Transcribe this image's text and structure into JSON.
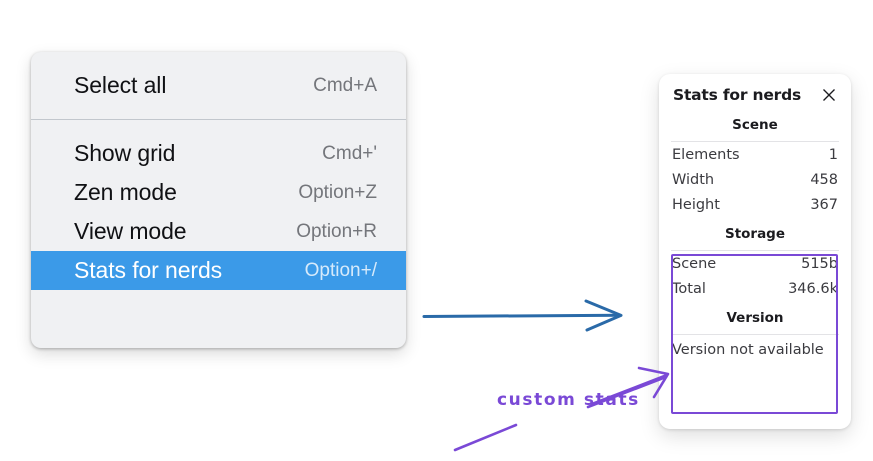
{
  "context_menu": {
    "groups": [
      {
        "items": [
          {
            "label": "Select all",
            "shortcut": "Cmd+A",
            "selected": false
          }
        ]
      },
      {
        "items": [
          {
            "label": "Show grid",
            "shortcut": "Cmd+'",
            "selected": false
          },
          {
            "label": "Zen mode",
            "shortcut": "Option+Z",
            "selected": false
          },
          {
            "label": "View mode",
            "shortcut": "Option+R",
            "selected": false
          },
          {
            "label": "Stats for nerds",
            "shortcut": "Option+/",
            "selected": true
          }
        ]
      }
    ],
    "highlight_color": "#3b9ae8",
    "background_color": "#f0f1f3"
  },
  "stats_panel": {
    "title": "Stats for nerds",
    "close_icon": "close-icon",
    "sections": [
      {
        "heading": "Scene",
        "rows": [
          {
            "key": "Elements",
            "value": "1"
          },
          {
            "key": "Width",
            "value": "458"
          },
          {
            "key": "Height",
            "value": "367"
          }
        ]
      },
      {
        "heading": "Storage",
        "rows": [
          {
            "key": "Scene",
            "value": "515b"
          },
          {
            "key": "Total",
            "value": "346.6k"
          }
        ]
      },
      {
        "heading": "Version",
        "note": "Version not available"
      }
    ]
  },
  "annotations": {
    "highlight_color": "#7a49d6",
    "blue_arrow_color": "#2a6aa8",
    "custom_stats_label": "custom stats"
  }
}
